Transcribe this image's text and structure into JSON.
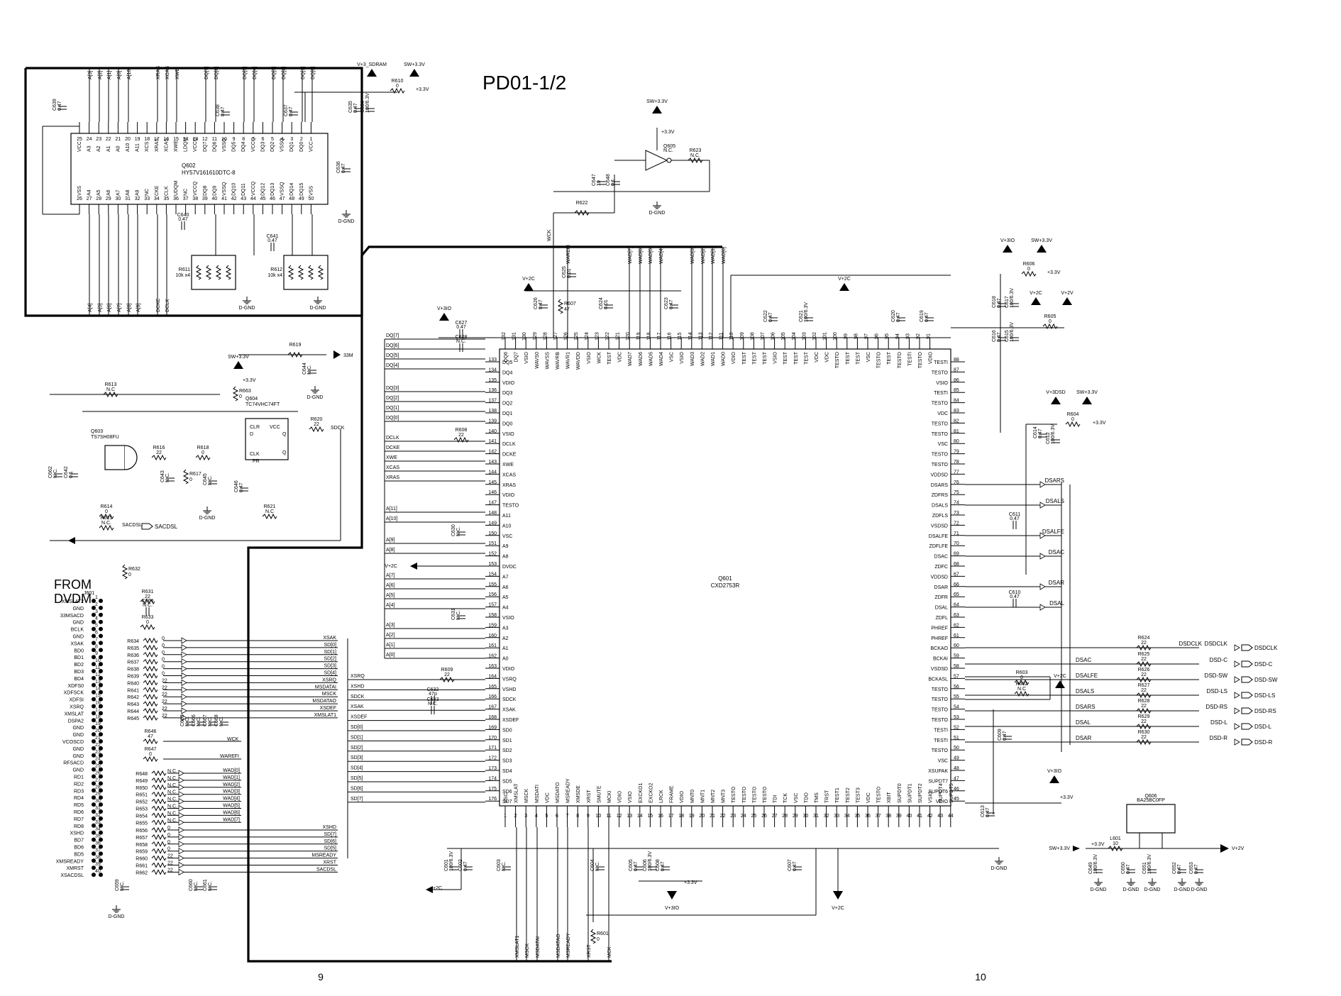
{
  "title": "PD01-1/2",
  "from_label": [
    "FROM",
    "DVDM"
  ],
  "page_numbers": [
    "9",
    "10"
  ],
  "chips": {
    "sdram": {
      "ref": "Q602",
      "part": "HY57V161610DTC-8",
      "top_pins": [
        "VCC",
        "A3",
        "A2",
        "A1",
        "A0",
        "A10",
        "A11",
        "XCS",
        "XRAS",
        "XCAS",
        "XWE",
        "LDQM",
        "VCCQ",
        "DQ7",
        "DQ6",
        "VSSQ",
        "DQ5",
        "DQ4",
        "VCCQ",
        "DQ3",
        "DQ2",
        "VSSQ",
        "DQ1",
        "DQ0",
        "VCC"
      ],
      "bot_pins": [
        "VSS",
        "A4",
        "A5",
        "A6",
        "A7",
        "A8",
        "A9",
        "NC",
        "CKE",
        "CLK",
        "UDQM",
        "NC",
        "VCCQ",
        "DQ8",
        "DQ9",
        "VSSQ",
        "DQ10",
        "DQ11",
        "VCCQ",
        "DQ12",
        "DQ13",
        "VSSQ",
        "DQ14",
        "DQ15",
        "VSS"
      ]
    },
    "main": {
      "ref": "Q601",
      "part": "CXD2753R",
      "top_pins": [
        "DQ6",
        "DQ7",
        "VSIO",
        "WAVS0",
        "WAVSS",
        "WAVRB",
        "WAVR1",
        "WAVDD",
        "VSIO",
        "WCK",
        "TEST",
        "VDC",
        "WAD7",
        "WAD6",
        "WAD5",
        "WAD4",
        "VSC",
        "VSIO",
        "WAD3",
        "WAD2",
        "WAD1",
        "WAD0",
        "VDIO",
        "TEST",
        "TEST",
        "TEST",
        "VSIO",
        "TEST",
        "TEST",
        "TEST",
        "VDC",
        "VDC",
        "TESTO",
        "TEST",
        "TEST",
        "VSC",
        "TESTO",
        "TEST",
        "TESTO",
        "TESTI",
        "TESTO",
        "VDIO"
      ],
      "left_pins": [
        "DQ5",
        "DQ4",
        "VDIO",
        "DQ3",
        "DQ2",
        "DQ1",
        "DQ0",
        "VSIO",
        "DCLK",
        "DCKE",
        "XWE",
        "XCAS",
        "XRAS",
        "VDIO",
        "TESTO",
        "A11",
        "A10",
        "VSC",
        "A9",
        "A8",
        "DVDC",
        "A7",
        "A6",
        "A5",
        "A4",
        "VSIO",
        "A3",
        "A2",
        "A1",
        "A0",
        "VDIO",
        "VSRQ",
        "VSHD",
        "SDCK",
        "XSAK",
        "XSDEF",
        "SD0",
        "SD1",
        "SD2",
        "SD3",
        "SD4",
        "SD5",
        "SD6",
        "SD7"
      ],
      "right_pins": [
        "TESTI",
        "TESTO",
        "VSIO",
        "TESTI",
        "TESTO",
        "VDC",
        "TESTO",
        "TESTO",
        "VSC",
        "TESTO",
        "TESTO",
        "VDDSD",
        "DSARS",
        "ZDFRS",
        "DSALS",
        "ZDFLS",
        "VSDSD",
        "DSALFE",
        "ZDFLFE",
        "DSAC",
        "ZDFC",
        "VDDSD",
        "DSAR",
        "ZDFR",
        "DSAL",
        "ZDFL",
        "PHREF",
        "PHREF",
        "BCKAO",
        "BCKAI",
        "VSDSD",
        "BCKASL",
        "TESTO",
        "TESTO",
        "TESTO",
        "TESTO",
        "TESTI",
        "TESTI",
        "TESTO",
        "VSC",
        "XSUPAK",
        "SUPDT7",
        "SUPDT6",
        "VDIO"
      ],
      "bottom_pins": [
        "VSC",
        "XMSLAT",
        "MSCK",
        "MSDATI",
        "VDC",
        "MSDATO",
        "MSREADY",
        "XMSDE",
        "XRST",
        "SMUTE",
        "MCKI",
        "VDIO",
        "VSIO",
        "EXCKO1",
        "EXCKO2",
        "LRCK",
        "FRAME",
        "VDIO",
        "MNT0",
        "MNT1",
        "MNT2",
        "MNT3",
        "TESTO",
        "TESTO",
        "TESTO",
        "TESTO",
        "TDI",
        "TCK",
        "VSC",
        "TDO",
        "TMS",
        "TRST",
        "TEST1",
        "TEST2",
        "TEST3",
        "VDC",
        "TESTO",
        "XBIT",
        "SUPDT0",
        "SUPDT1",
        "SUPDT2",
        "VSIO",
        "SUPDT4",
        "SUPDT5"
      ]
    },
    "q603": {
      "ref": "Q603",
      "part": "TS7SH08FU"
    },
    "q604": {
      "ref": "Q604",
      "part": "TC74VHC74FT",
      "pins": [
        "CLR",
        "D",
        "CLK",
        "PR",
        "VCC",
        "Q",
        "Q"
      ]
    },
    "q605": {
      "ref": "Q605",
      "part": "N.C."
    },
    "q606": {
      "ref": "Q606",
      "part": "BA25BC0FP"
    }
  },
  "connector": {
    "ref": "J601",
    "pins": [
      "XMSLAT2",
      "GND",
      "33MSACD",
      "GND",
      "BCLK",
      "GND",
      "XSAK",
      "BD0",
      "BD1",
      "BD2",
      "BD3",
      "BD4",
      "XDFS0",
      "XDFSCK",
      "XDFSI",
      "XSRQ",
      "XMSLAT",
      "DSPA2",
      "GND",
      "GND",
      "VCOSCD",
      "GND",
      "GND",
      "RFSACD",
      "GND",
      "RD1",
      "RD2",
      "RD3",
      "RD4",
      "RD5",
      "RD6",
      "RD7",
      "RD8",
      "XSHD",
      "BD7",
      "BD6",
      "BD5",
      "XMSREADY",
      "XMRST",
      "XSACDSL"
    ]
  },
  "power_labels": [
    "V+3_SDRAM",
    "SW+3.3V",
    "SW+3.3V",
    "+3.3V",
    "+3.3V",
    "+3.3V",
    "+3.3V",
    "V+3IO",
    "V+3IO",
    "V+3IO",
    "V+2C",
    "V+2C",
    "V+2C",
    "V+2C",
    "V+2V",
    "V+2V",
    "V+3DSD",
    "SW+3.3V",
    "SW+3.3V",
    "D-GND"
  ],
  "outputs": [
    {
      "net": "DSDCLK",
      "label": "DSDCLK",
      "r": "R624"
    },
    {
      "net": "DSAC",
      "label": "DSD-C",
      "r": "R625"
    },
    {
      "net": "DSALFE",
      "label": "DSD-SW",
      "r": "R626"
    },
    {
      "net": "DSALS",
      "label": "DSD-LS",
      "r": "R627"
    },
    {
      "net": "DSARS",
      "label": "DSD-RS",
      "r": "R628"
    },
    {
      "net": "DSAL",
      "label": "DSD-L",
      "r": "R629"
    },
    {
      "net": "DSAR",
      "label": "DSD-R",
      "r": "R630"
    }
  ],
  "net_labels": {
    "sdram_addr_top": [
      "A[3]",
      "A[2]",
      "A[1]",
      "A[0]",
      "A[10]",
      "XRAS",
      "XCAS",
      "XWE",
      "DQ[7]",
      "DQ[6]",
      "DQ[5]",
      "DQ[4]",
      "DQ[3]",
      "DQ[2]",
      "DQ[1]",
      "DQ[0]"
    ],
    "sdram_addr_bot": [
      "A[4]",
      "A[5]",
      "A[6]",
      "A[7]",
      "A[8]",
      "A[9]",
      "DCKE",
      "DCLK"
    ],
    "left_bus": [
      "DQ[7]",
      "DQ[6]",
      "DQ[5]",
      "DQ[4]",
      "DQ[3]",
      "DQ[2]",
      "DQ[1]",
      "DQ[0]",
      "DCLK",
      "DCKE",
      "XWE",
      "XCAS",
      "XRAS",
      "A[11]",
      "A[10]",
      "A[9]",
      "A[8]",
      "A[7]",
      "A[6]",
      "A[5]",
      "A[4]",
      "A[3]",
      "A[2]",
      "A[1]",
      "A[0]"
    ],
    "sd_bus": [
      "SD[0]",
      "SD[1]",
      "SD[2]",
      "SD[3]",
      "SD[4]",
      "SD[5]",
      "SD[6]",
      "SD[7]"
    ],
    "wad_bus": [
      "WAD[0]",
      "WAD[1]",
      "WAD[2]",
      "WAD[3]",
      "WAD[4]",
      "WAD[5]",
      "WAD[6]",
      "WAD[7]"
    ],
    "misc": [
      "XSAK",
      "XSRQ",
      "XSHD",
      "SDCK",
      "XSDEF",
      "MSDATAI",
      "MSCK",
      "MSDATAO",
      "XMSLAT1",
      "WCK",
      "WAREFI",
      "MSREADY",
      "XRST",
      "SACDSL",
      "SDCK",
      "33M",
      "XSRQ",
      "XSHD",
      "SDCK",
      "XSAK",
      "XSDEF",
      "WCK",
      "WAREFI",
      "MCK"
    ]
  },
  "bottom_bus_labels": [
    "XMSLAT1",
    "MSCK",
    "MSDATAI",
    "MSDATAO",
    "MSREADY",
    "XRST",
    "MCK"
  ],
  "components": {
    "caps": [
      {
        "ref": "C639",
        "val": "0.47"
      },
      {
        "ref": "C638",
        "val": "0.47"
      },
      {
        "ref": "C637",
        "val": "0.47"
      },
      {
        "ref": "C635",
        "val": "0.47"
      },
      {
        "ref": "C634",
        "val": "100/6.3V"
      },
      {
        "ref": "C636",
        "val": "0.47"
      },
      {
        "ref": "C640",
        "val": "0.47"
      },
      {
        "ref": "C641",
        "val": "0.47"
      },
      {
        "ref": "C627",
        "val": "0.47"
      },
      {
        "ref": "C628",
        "val": "N.C."
      },
      {
        "ref": "C625",
        "val": "0.01"
      },
      {
        "ref": "C626",
        "val": "0.47"
      },
      {
        "ref": "C624",
        "val": "0.01"
      },
      {
        "ref": "C623",
        "val": "0.47"
      },
      {
        "ref": "C622",
        "val": "0.47"
      },
      {
        "ref": "C621",
        "val": "100/6.3V"
      },
      {
        "ref": "C620",
        "val": "0.47"
      },
      {
        "ref": "C619",
        "val": "0.47"
      },
      {
        "ref": "C618",
        "val": "0.47"
      },
      {
        "ref": "C617",
        "val": "100/6.3V"
      },
      {
        "ref": "C616",
        "val": "0.47"
      },
      {
        "ref": "C615",
        "val": "100/6.3V"
      },
      {
        "ref": "C614",
        "val": "0.47"
      },
      {
        "ref": "C612",
        "val": "100/6.3V"
      },
      {
        "ref": "C611",
        "val": "0.47"
      },
      {
        "ref": "C610",
        "val": "0.47"
      },
      {
        "ref": "C609",
        "val": "0.47"
      },
      {
        "ref": "C608",
        "val": "0.47"
      },
      {
        "ref": "C607",
        "val": "0.47"
      },
      {
        "ref": "C606",
        "val": "100/6.3V"
      },
      {
        "ref": "C605",
        "val": "0.47"
      },
      {
        "ref": "C604",
        "val": "N.C."
      },
      {
        "ref": "C603",
        "val": "N.C."
      },
      {
        "ref": "C602",
        "val": "0.47"
      },
      {
        "ref": "C601",
        "val": "100/6.3V"
      },
      {
        "ref": "C630",
        "val": "N.C."
      },
      {
        "ref": "C631",
        "val": "N.C."
      },
      {
        "ref": "C632",
        "val": "47p"
      },
      {
        "ref": "C633",
        "val": "N.C."
      },
      {
        "ref": "C644",
        "val": "N.C."
      },
      {
        "ref": "C642",
        "val": "0.1"
      },
      {
        "ref": "C643",
        "val": "N.C."
      },
      {
        "ref": "C645",
        "val": "N.C."
      },
      {
        "ref": "C646",
        "val": "0.47"
      },
      {
        "ref": "C647",
        "val": "10"
      },
      {
        "ref": "C648",
        "val": "0.1"
      },
      {
        "ref": "C662",
        "val": "N.C."
      },
      {
        "ref": "C664",
        "val": "N.C."
      },
      {
        "ref": "C665",
        "val": "N.C."
      },
      {
        "ref": "C666",
        "val": "N.C."
      },
      {
        "ref": "C667",
        "val": "N.C."
      },
      {
        "ref": "C668",
        "val": "N.C."
      },
      {
        "ref": "C649",
        "val": "100/6.3V"
      },
      {
        "ref": "C650",
        "val": "0.47"
      },
      {
        "ref": "C651",
        "val": "100/6.3V"
      },
      {
        "ref": "C652",
        "val": "0.47"
      },
      {
        "ref": "C653",
        "val": "0.47"
      },
      {
        "ref": "C659",
        "val": "N.C."
      },
      {
        "ref": "C660",
        "val": "N.C."
      },
      {
        "ref": "C661",
        "val": "N.C."
      }
    ],
    "resistors": [
      {
        "ref": "R610",
        "val": "0"
      },
      {
        "ref": "R611",
        "val": "10k x4"
      },
      {
        "ref": "R612",
        "val": "10k x4"
      },
      {
        "ref": "R623",
        "val": "N.C."
      },
      {
        "ref": "R622",
        "val": ""
      },
      {
        "ref": "R607",
        "val": "47"
      },
      {
        "ref": "R606",
        "val": "0"
      },
      {
        "ref": "R605",
        "val": "0"
      },
      {
        "ref": "R604",
        "val": "0"
      },
      {
        "ref": "R608",
        "val": "22"
      },
      {
        "ref": "R609",
        "val": "22"
      },
      {
        "ref": "R603",
        "val": "0"
      },
      {
        "ref": "R602",
        "val": "N.C"
      },
      {
        "ref": "R601",
        "val": "0"
      },
      {
        "ref": "R619",
        "val": ""
      },
      {
        "ref": "R613",
        "val": "N.C"
      },
      {
        "ref": "R663",
        "val": "0"
      },
      {
        "ref": "R616",
        "val": "22"
      },
      {
        "ref": "R618",
        "val": "0"
      },
      {
        "ref": "R617",
        "val": "0"
      },
      {
        "ref": "R620",
        "val": "22"
      },
      {
        "ref": "R614",
        "val": "0"
      },
      {
        "ref": "R615",
        "val": "N.C."
      },
      {
        "ref": "R621",
        "val": "N.C"
      },
      {
        "ref": "R632",
        "val": "0"
      },
      {
        "ref": "R631",
        "val": "22"
      },
      {
        "ref": "R633",
        "val": "0"
      },
      {
        "ref": "R646",
        "val": "47"
      },
      {
        "ref": "R647",
        "val": "0"
      }
    ],
    "inductor": {
      "ref": "L601",
      "val": "10"
    }
  },
  "connector_resistors": [
    {
      "ref": "R634",
      "val": "0"
    },
    {
      "ref": "R635",
      "val": "0"
    },
    {
      "ref": "R636",
      "val": "0"
    },
    {
      "ref": "R637",
      "val": "0"
    },
    {
      "ref": "R638",
      "val": "0"
    },
    {
      "ref": "R639",
      "val": "0"
    },
    {
      "ref": "R640",
      "val": "22"
    },
    {
      "ref": "R641",
      "val": "22"
    },
    {
      "ref": "R642",
      "val": "22"
    },
    {
      "ref": "R643",
      "val": "22"
    },
    {
      "ref": "R644",
      "val": "22"
    },
    {
      "ref": "R645",
      "val": "22"
    }
  ],
  "connector_sd_labels": [
    "XSAK",
    "SD[0]",
    "SD[1]",
    "SD[2]",
    "SD[3]",
    "SD[4]",
    "XSRQ",
    "MSDATAI",
    "MSCK",
    "MSDATAO",
    "XSDEF",
    "XMSLAT1"
  ],
  "wad_resistors": [
    {
      "ref": "R648",
      "val": "N.C."
    },
    {
      "ref": "R649",
      "val": "N.C."
    },
    {
      "ref": "R650",
      "val": "N.C."
    },
    {
      "ref": "R651",
      "val": "N.C."
    },
    {
      "ref": "R652",
      "val": "N.C."
    },
    {
      "ref": "R653",
      "val": "N.C."
    },
    {
      "ref": "R654",
      "val": "N.C."
    },
    {
      "ref": "R655",
      "val": "N.C."
    }
  ],
  "low_resistors": [
    {
      "ref": "R656",
      "val": "0",
      "net": "XSHD"
    },
    {
      "ref": "R657",
      "val": "0",
      "net": "SD[7]"
    },
    {
      "ref": "R658",
      "val": "0",
      "net": "SD[6]"
    },
    {
      "ref": "R659",
      "val": "0",
      "net": "SD[5]"
    },
    {
      "ref": "R660",
      "val": "22",
      "net": "MSREADY"
    },
    {
      "ref": "R661",
      "val": "22",
      "net": "XRST"
    },
    {
      "ref": "R662",
      "val": "22",
      "net": "SACDSL"
    }
  ]
}
